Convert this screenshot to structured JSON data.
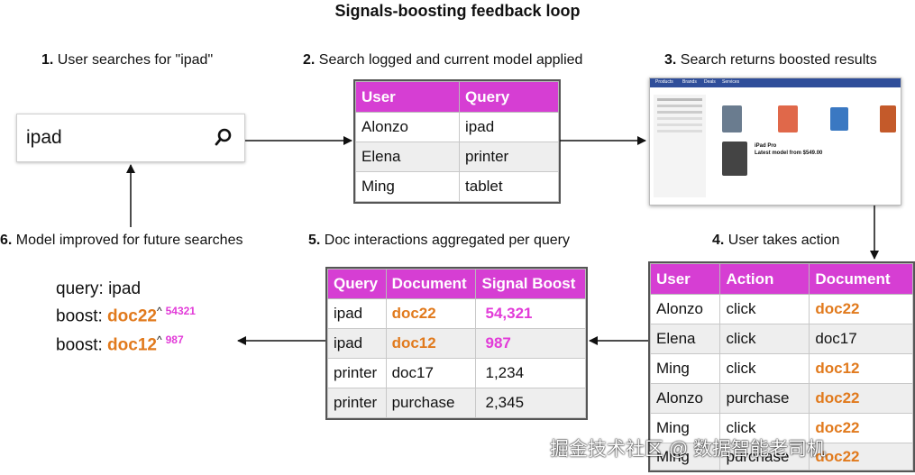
{
  "title": "Signals-boosting feedback loop",
  "steps": {
    "s1": {
      "num": "1.",
      "text": "User searches for \"ipad\""
    },
    "s2": {
      "num": "2.",
      "text": "Search logged and current model applied"
    },
    "s3": {
      "num": "3.",
      "text": "Search returns boosted results"
    },
    "s4": {
      "num": "4.",
      "text": "User takes action"
    },
    "s5": {
      "num": "5.",
      "text": "Doc interactions aggregated per query"
    },
    "s6": {
      "num": "6.",
      "text": "Model improved for future searches"
    }
  },
  "search": {
    "value": "ipad",
    "icon": "search-icon"
  },
  "query_log": {
    "headers": [
      "User",
      "Query"
    ],
    "rows": [
      [
        "Alonzo",
        "ipad"
      ],
      [
        "Elena",
        "printer"
      ],
      [
        "Ming",
        "tablet"
      ]
    ]
  },
  "actions": {
    "headers": [
      "User",
      "Action",
      "Document"
    ],
    "rows": [
      [
        "Alonzo",
        "click",
        "doc22"
      ],
      [
        "Elena",
        "click",
        "doc17"
      ],
      [
        "Ming",
        "click",
        "doc12"
      ],
      [
        "Alonzo",
        "purchase",
        "doc22"
      ],
      [
        "Ming",
        "click",
        "doc22"
      ],
      [
        "Ming",
        "purchase",
        "doc22"
      ]
    ]
  },
  "aggregated": {
    "headers": [
      "Query",
      "Document",
      "Signal Boost"
    ],
    "rows": [
      [
        "ipad",
        "doc22",
        "54,321"
      ],
      [
        "ipad",
        "doc12",
        "987"
      ],
      [
        "printer",
        "doc17",
        "1,234"
      ],
      [
        "printer",
        "purchase",
        "2,345"
      ]
    ]
  },
  "model": {
    "query_label": "query: ipad",
    "boost_prefix": "boost: ",
    "boost1_doc": "doc22",
    "boost1_caret": "^",
    "boost1_val": "54321",
    "boost2_doc": "doc12",
    "boost2_caret": "^",
    "boost2_val": "987"
  },
  "screenshot": {
    "nav": [
      "Products",
      "Brands",
      "Deals",
      "Services"
    ],
    "product_name": "iPad Pro",
    "product_sub": "Latest model from $549.00"
  },
  "watermark": "掘金技术社区 @ 数据智能老司机",
  "colors": {
    "header": "#d63ed3",
    "orange": "#e17a1d",
    "pink": "#e23bd8"
  }
}
